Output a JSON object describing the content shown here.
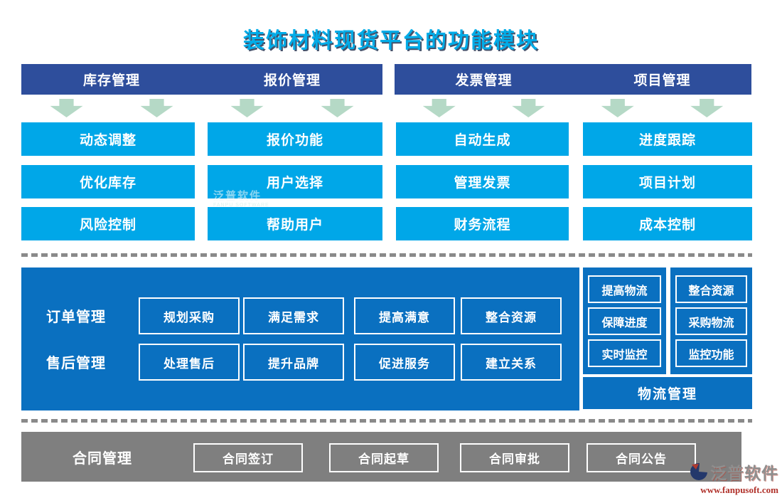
{
  "title": "装饰材料现货平台的功能模块",
  "module_columns": [
    {
      "header": "库存管理",
      "items": [
        "动态调整",
        "优化库存",
        "风险控制"
      ]
    },
    {
      "header": "报价管理",
      "items": [
        "报价功能",
        "用户选择",
        "帮助用户"
      ]
    },
    {
      "header": "发票管理",
      "items": [
        "自动生成",
        "管理发票",
        "财务流程"
      ]
    },
    {
      "header": "项目管理",
      "items": [
        "进度跟踪",
        "项目计划",
        "成本控制"
      ]
    }
  ],
  "order_section": {
    "rows": [
      {
        "label": "订单管理",
        "items": [
          "规划采购",
          "满足需求",
          "提高满意",
          "整合资源"
        ]
      },
      {
        "label": "售后管理",
        "items": [
          "处理售后",
          "提升品牌",
          "促进服务",
          "建立关系"
        ]
      }
    ]
  },
  "logistics_section": {
    "left_items": [
      "提高物流",
      "保障进度",
      "实时监控"
    ],
    "right_items": [
      "整合资源",
      "采购物流",
      "监控功能"
    ],
    "footer": "物流管理"
  },
  "contract_section": {
    "label": "合同管理",
    "items": [
      "合同签订",
      "合同起草",
      "合同审批",
      "合同公告"
    ]
  },
  "watermark": {
    "name": "泛普软件",
    "sub": "FANPU SOFTWARE"
  },
  "logo": {
    "name": "泛普软件",
    "url": "www.fanpusoft.com"
  },
  "colors": {
    "header_navy": "#2e4e9c",
    "module_blue": "#00a7e8",
    "panel_blue": "#0a70c0",
    "arrow_green": "#b5d9c6",
    "contract_gray": "#7f7f7f",
    "title_blue": "#00ace8"
  }
}
